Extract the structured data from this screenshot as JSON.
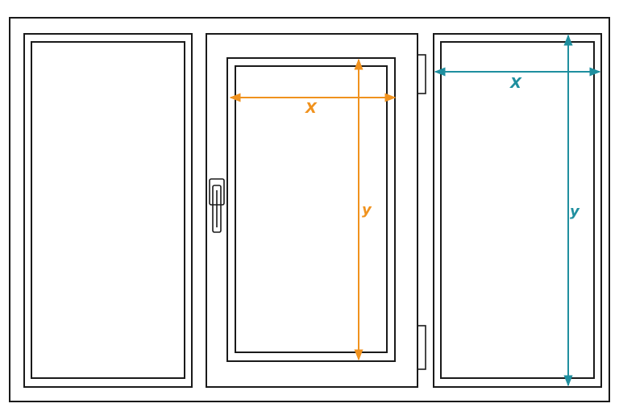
{
  "colors": {
    "outline": "#1a1a1a",
    "orange_dimension": "#f0921e",
    "teal_dimension": "#1f8f9f"
  },
  "middle_sash": {
    "width_label": "X",
    "height_label": "y"
  },
  "right_pane": {
    "width_label": "X",
    "height_label": "y"
  }
}
